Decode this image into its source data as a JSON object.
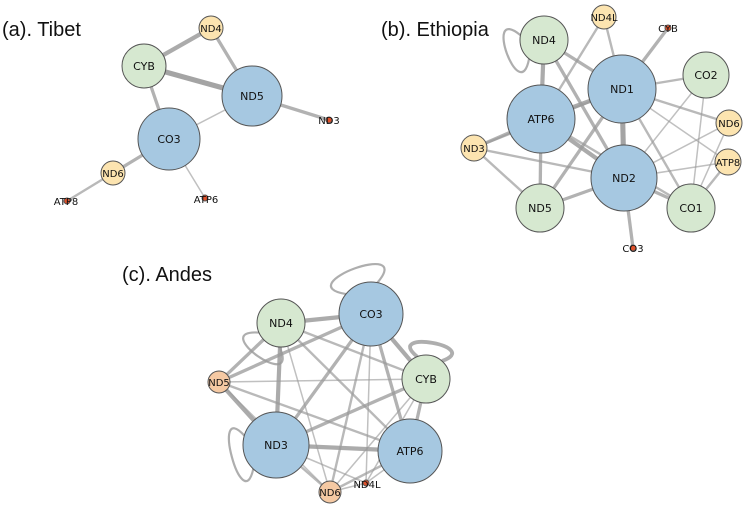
{
  "colors": {
    "blue": "#a6c8e1",
    "green": "#d6e8d0",
    "yellow": "#fce4b0",
    "orange": "#f5c9a3",
    "red_dot": "#e0522b",
    "edge": "#9a9a9a"
  },
  "panels": [
    {
      "id": "tibet",
      "title": "(a). Tibet",
      "nodes": [
        {
          "id": "CYB",
          "label": "CYB",
          "kind": "green"
        },
        {
          "id": "ND4",
          "label": "ND4",
          "kind": "yellow"
        },
        {
          "id": "ND5",
          "label": "ND5",
          "kind": "blue"
        },
        {
          "id": "CO3",
          "label": "CO3",
          "kind": "blue"
        },
        {
          "id": "ND3",
          "label": "ND3",
          "kind": "red"
        },
        {
          "id": "ND6",
          "label": "ND6",
          "kind": "yellow"
        },
        {
          "id": "ATP8",
          "label": "ATP8",
          "kind": "dot"
        },
        {
          "id": "ATP6",
          "label": "ATP6",
          "kind": "red"
        }
      ],
      "edges": [
        {
          "a": "CYB",
          "b": "ND4",
          "weight": 4
        },
        {
          "a": "ND4",
          "b": "ND5",
          "weight": 3
        },
        {
          "a": "CYB",
          "b": "ND5",
          "weight": 5
        },
        {
          "a": "CYB",
          "b": "CO3",
          "weight": 3
        },
        {
          "a": "ND5",
          "b": "CO3",
          "weight": 1
        },
        {
          "a": "ND5",
          "b": "ND3",
          "weight": 3
        },
        {
          "a": "CO3",
          "b": "ND6",
          "weight": 3
        },
        {
          "a": "ND6",
          "b": "ATP8",
          "weight": 2
        },
        {
          "a": "CO3",
          "b": "ATP6",
          "weight": 1
        }
      ],
      "loops": []
    },
    {
      "id": "ethiopia",
      "title": "(b). Ethiopia",
      "nodes": [
        {
          "id": "ND4",
          "label": "ND4",
          "kind": "green"
        },
        {
          "id": "ND4L",
          "label": "ND4L",
          "kind": "yellow"
        },
        {
          "id": "CYB",
          "label": "CYB",
          "kind": "red"
        },
        {
          "id": "ND1",
          "label": "ND1",
          "kind": "blue"
        },
        {
          "id": "CO2",
          "label": "CO2",
          "kind": "green"
        },
        {
          "id": "ATP6",
          "label": "ATP6",
          "kind": "blue"
        },
        {
          "id": "ND6",
          "label": "ND6",
          "kind": "yellow"
        },
        {
          "id": "ND3",
          "label": "ND3",
          "kind": "yellow"
        },
        {
          "id": "ATP8",
          "label": "ATP8",
          "kind": "yellow"
        },
        {
          "id": "ND2",
          "label": "ND2",
          "kind": "blue"
        },
        {
          "id": "ND5",
          "label": "ND5",
          "kind": "green"
        },
        {
          "id": "CO1",
          "label": "CO1",
          "kind": "green"
        },
        {
          "id": "CO3",
          "label": "CO3",
          "kind": "red"
        }
      ],
      "edges": [
        {
          "a": "ND4",
          "b": "ATP6",
          "weight": 4
        },
        {
          "a": "ND4",
          "b": "ND1",
          "weight": 3
        },
        {
          "a": "ND4",
          "b": "ND2",
          "weight": 3
        },
        {
          "a": "ND4L",
          "b": "ATP6",
          "weight": 2
        },
        {
          "a": "ND4L",
          "b": "ND1",
          "weight": 2
        },
        {
          "a": "CYB",
          "b": "ND1",
          "weight": 3
        },
        {
          "a": "ND1",
          "b": "ATP6",
          "weight": 4
        },
        {
          "a": "ND1",
          "b": "ND2",
          "weight": 5
        },
        {
          "a": "ND1",
          "b": "CO2",
          "weight": 2
        },
        {
          "a": "ND1",
          "b": "ND6",
          "weight": 2
        },
        {
          "a": "ND1",
          "b": "ATP8",
          "weight": 1
        },
        {
          "a": "ND1",
          "b": "ND5",
          "weight": 3
        },
        {
          "a": "ND1",
          "b": "CO1",
          "weight": 2
        },
        {
          "a": "ND1",
          "b": "ND3",
          "weight": 2
        },
        {
          "a": "ATP6",
          "b": "ND2",
          "weight": 4
        },
        {
          "a": "ATP6",
          "b": "ND3",
          "weight": 3
        },
        {
          "a": "ATP6",
          "b": "ND5",
          "weight": 3
        },
        {
          "a": "ATP6",
          "b": "CO1",
          "weight": 2
        },
        {
          "a": "ND3",
          "b": "ND2",
          "weight": 2
        },
        {
          "a": "ND2",
          "b": "ND5",
          "weight": 3
        },
        {
          "a": "ND2",
          "b": "CO1",
          "weight": 3
        },
        {
          "a": "ND2",
          "b": "CO2",
          "weight": 1
        },
        {
          "a": "ND2",
          "b": "ND6",
          "weight": 1
        },
        {
          "a": "ND2",
          "b": "ATP8",
          "weight": 1
        },
        {
          "a": "ND2",
          "b": "CO3",
          "weight": 3
        },
        {
          "a": "ND5",
          "b": "ND3",
          "weight": 2
        },
        {
          "a": "CO2",
          "b": "CO1",
          "weight": 1
        },
        {
          "a": "ND6",
          "b": "CO1",
          "weight": 1
        },
        {
          "a": "ATP8",
          "b": "CO1",
          "weight": 2
        }
      ],
      "loops": [
        {
          "node": "ND4",
          "angle": 200,
          "size": 48,
          "weight": 2
        }
      ]
    },
    {
      "id": "andes",
      "title": "(c). Andes",
      "nodes": [
        {
          "id": "ND4",
          "label": "ND4",
          "kind": "green"
        },
        {
          "id": "CO3",
          "label": "CO3",
          "kind": "blue"
        },
        {
          "id": "ND5",
          "label": "ND5",
          "kind": "orange"
        },
        {
          "id": "CYB",
          "label": "CYB",
          "kind": "green"
        },
        {
          "id": "ND3",
          "label": "ND3",
          "kind": "blue"
        },
        {
          "id": "ATP6",
          "label": "ATP6",
          "kind": "blue"
        },
        {
          "id": "ND6",
          "label": "ND6",
          "kind": "orange"
        },
        {
          "id": "ND4L",
          "label": "ND4L",
          "kind": "red"
        }
      ],
      "edges": [
        {
          "a": "ND4",
          "b": "CO3",
          "weight": 4
        },
        {
          "a": "ND4",
          "b": "ND5",
          "weight": 3
        },
        {
          "a": "ND4",
          "b": "ND3",
          "weight": 4
        },
        {
          "a": "ND4",
          "b": "CYB",
          "weight": 2
        },
        {
          "a": "ND4",
          "b": "ATP6",
          "weight": 2
        },
        {
          "a": "ND4",
          "b": "ND6",
          "weight": 1
        },
        {
          "a": "CO3",
          "b": "CYB",
          "weight": 4
        },
        {
          "a": "CO3",
          "b": "ND5",
          "weight": 3
        },
        {
          "a": "CO3",
          "b": "ND3",
          "weight": 3
        },
        {
          "a": "CO3",
          "b": "ATP6",
          "weight": 3
        },
        {
          "a": "CO3",
          "b": "ND6",
          "weight": 2
        },
        {
          "a": "CO3",
          "b": "ND4L",
          "weight": 1
        },
        {
          "a": "ND5",
          "b": "CYB",
          "weight": 1
        },
        {
          "a": "ND5",
          "b": "ND3",
          "weight": 4
        },
        {
          "a": "ND5",
          "b": "ATP6",
          "weight": 2
        },
        {
          "a": "ND5",
          "b": "ND6",
          "weight": 1
        },
        {
          "a": "CYB",
          "b": "ND3",
          "weight": 3
        },
        {
          "a": "CYB",
          "b": "ATP6",
          "weight": 3
        },
        {
          "a": "CYB",
          "b": "ND6",
          "weight": 1
        },
        {
          "a": "CYB",
          "b": "ND4L",
          "weight": 1
        },
        {
          "a": "ND3",
          "b": "ATP6",
          "weight": 4
        },
        {
          "a": "ND3",
          "b": "ND6",
          "weight": 2
        },
        {
          "a": "ND3",
          "b": "ND4L",
          "weight": 1
        },
        {
          "a": "ATP6",
          "b": "ND6",
          "weight": 2
        },
        {
          "a": "ATP6",
          "b": "ND4L",
          "weight": 1
        },
        {
          "a": "ND6",
          "b": "ND4L",
          "weight": 1
        }
      ],
      "loops": [
        {
          "node": "ND4",
          "angle": 235,
          "size": 50,
          "weight": 2
        },
        {
          "node": "CO3",
          "angle": 110,
          "size": 55,
          "weight": 2
        },
        {
          "node": "CYB",
          "angle": 80,
          "size": 42,
          "weight": 4
        },
        {
          "node": "ND3",
          "angle": 195,
          "size": 48,
          "weight": 2
        }
      ]
    }
  ]
}
